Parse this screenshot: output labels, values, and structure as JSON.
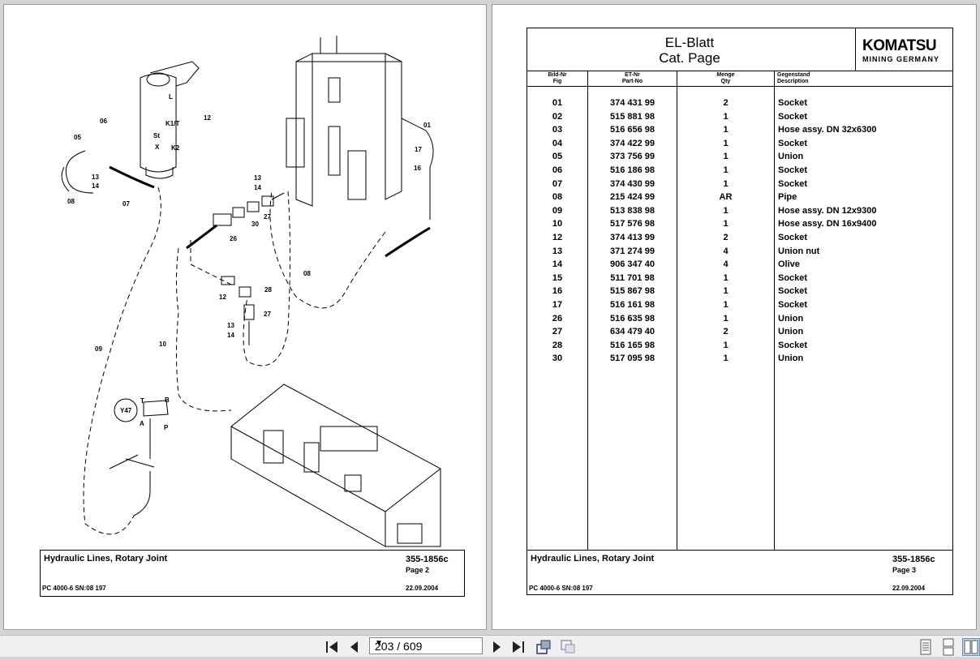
{
  "left_page": {
    "titleblock": {
      "title": "Hydraulic Lines, Rotary Joint",
      "doc_no": "355-1856c",
      "page": "Page 2",
      "model": "PC 4000-6 SN:08 197",
      "date": "22.09.2004"
    },
    "callouts": [
      "06",
      "05",
      "12",
      "13",
      "14",
      "08",
      "07",
      "L",
      "K1/T",
      "St",
      "X",
      "K2",
      "13",
      "14",
      "27",
      "30",
      "26",
      "01",
      "17",
      "16",
      "08",
      "12",
      "28",
      "27",
      "13",
      "14",
      "09",
      "10",
      "Y47",
      "T",
      "B",
      "A",
      "P"
    ]
  },
  "right_page": {
    "header": {
      "title_line1": "EL-Blatt",
      "title_line2": "Cat. Page",
      "logo_text": "KOMATSU",
      "logo_sub": "MINING GERMANY"
    },
    "columns": [
      {
        "de": "Bild-Nr",
        "en": "Fig"
      },
      {
        "de": "ET-Nr",
        "en": "Part-No"
      },
      {
        "de": "Menge",
        "en": "Qty"
      },
      {
        "de": "Gegenstand",
        "en": "Description"
      }
    ],
    "rows": [
      {
        "fig": "01",
        "part": "374 431 99",
        "qty": "2",
        "desc": "Socket"
      },
      {
        "fig": "02",
        "part": "515 881 98",
        "qty": "1",
        "desc": "Socket"
      },
      {
        "fig": "03",
        "part": "516 656 98",
        "qty": "1",
        "desc": "Hose assy. DN 32x6300"
      },
      {
        "fig": "04",
        "part": "374 422 99",
        "qty": "1",
        "desc": "Socket"
      },
      {
        "fig": "05",
        "part": "373 756 99",
        "qty": "1",
        "desc": "Union"
      },
      {
        "fig": "06",
        "part": "516 186 98",
        "qty": "1",
        "desc": "Socket"
      },
      {
        "fig": "07",
        "part": "374 430 99",
        "qty": "1",
        "desc": "Socket"
      },
      {
        "fig": "08",
        "part": "215 424 99",
        "qty": "AR",
        "desc": "Pipe"
      },
      {
        "fig": "09",
        "part": "513 838 98",
        "qty": "1",
        "desc": "Hose assy. DN 12x9300"
      },
      {
        "fig": "10",
        "part": "517 576 98",
        "qty": "1",
        "desc": "Hose assy. DN 16x9400"
      },
      {
        "fig": "12",
        "part": "374 413 99",
        "qty": "2",
        "desc": "Socket"
      },
      {
        "fig": "13",
        "part": "371 274 99",
        "qty": "4",
        "desc": "Union nut"
      },
      {
        "fig": "14",
        "part": "906 347 40",
        "qty": "4",
        "desc": "Olive"
      },
      {
        "fig": "15",
        "part": "511 701 98",
        "qty": "1",
        "desc": "Socket"
      },
      {
        "fig": "16",
        "part": "515 867 98",
        "qty": "1",
        "desc": "Socket"
      },
      {
        "fig": "17",
        "part": "516 161 98",
        "qty": "1",
        "desc": "Socket"
      },
      {
        "fig": "26",
        "part": "516 635 98",
        "qty": "1",
        "desc": "Union"
      },
      {
        "fig": "27",
        "part": "634 479 40",
        "qty": "2",
        "desc": "Union"
      },
      {
        "fig": "28",
        "part": "516 165 98",
        "qty": "1",
        "desc": "Socket"
      },
      {
        "fig": "30",
        "part": "517 095 98",
        "qty": "1",
        "desc": "Union"
      }
    ],
    "titleblock": {
      "title": "Hydraulic Lines, Rotary Joint",
      "doc_no": "355-1856c",
      "page": "Page 3",
      "model": "PC 4000-6 SN:08 197",
      "date": "22.09.2004"
    }
  },
  "toolbar": {
    "page_display": "203 / 609",
    "icons": [
      "first-page-icon",
      "prev-page-icon",
      "next-page-icon",
      "last-page-icon",
      "rotate-icon",
      "rotate-alt-icon",
      "single-page-view-icon",
      "continuous-view-icon",
      "facing-view-icon"
    ]
  }
}
